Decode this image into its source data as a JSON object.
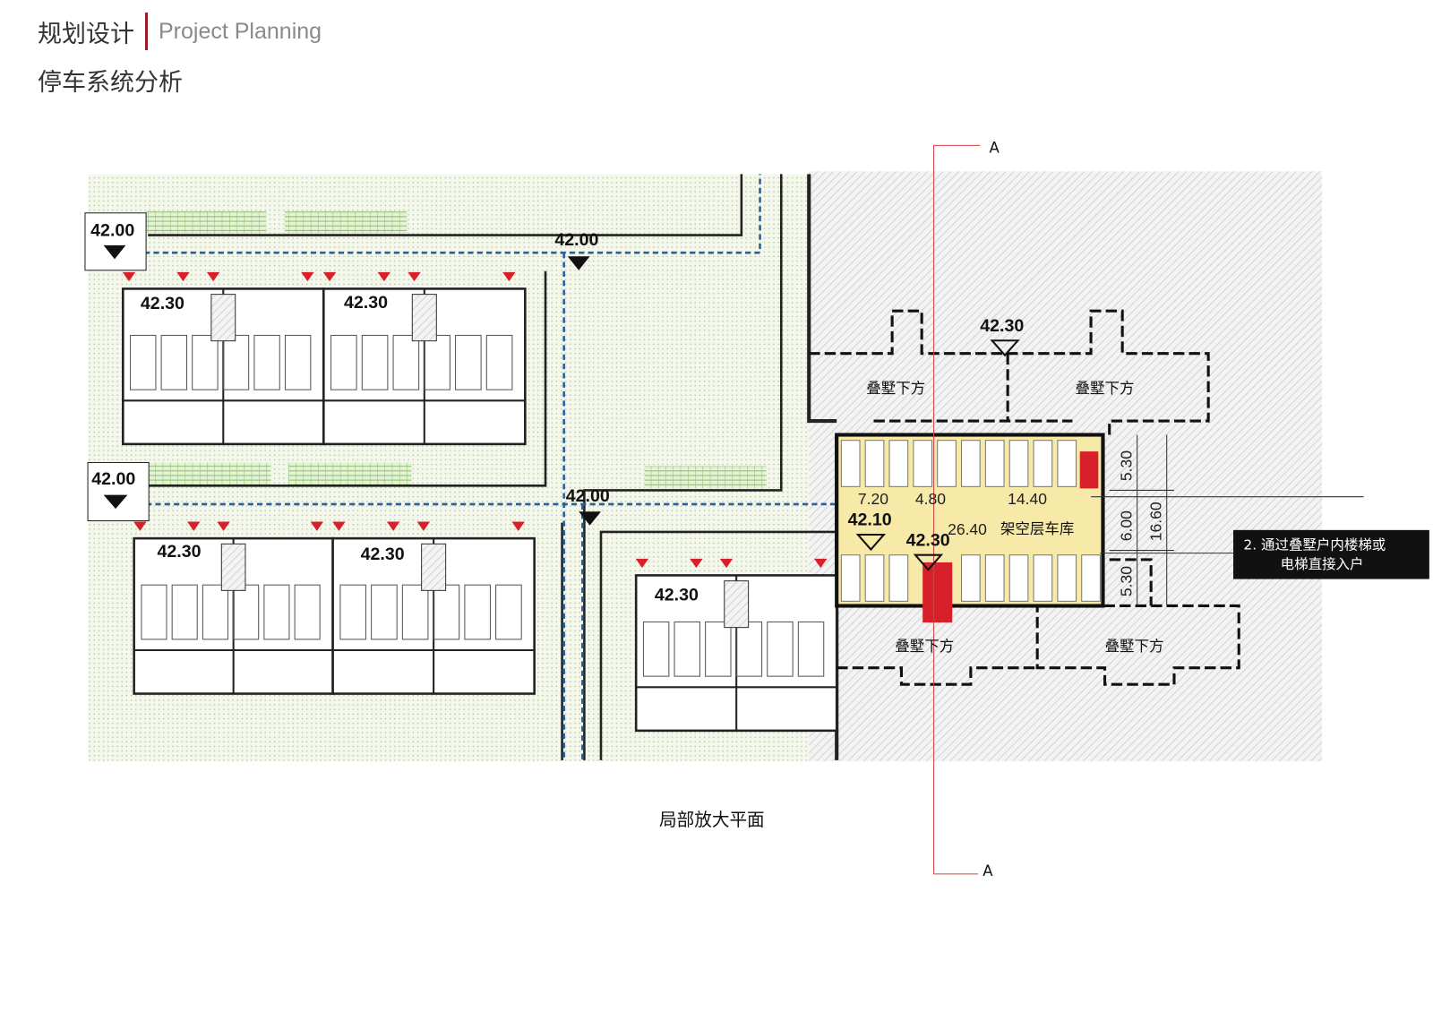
{
  "header": {
    "title_cn": "规划设计",
    "title_en": "Project Planning",
    "section": "停车系统分析"
  },
  "elevations": {
    "nw_entry": "42.00",
    "road_top": "42.00",
    "w_entry": "42.00",
    "road_mid": "42.00",
    "unit1": "42.30",
    "unit2": "42.30",
    "unit3": "42.30",
    "unit4": "42.30",
    "unit5": "42.30",
    "villa_top": "42.30",
    "garage_in": "42.10",
    "garage_core": "42.30"
  },
  "labels": {
    "under_villa": "叠墅下方",
    "garage": "架空层车库",
    "caption": "局部放大平面",
    "section_mark": "A"
  },
  "dims": {
    "d1": "7.20",
    "d2": "4.80",
    "d3": "14.40",
    "d4": "26.40",
    "v1": "5.30",
    "v2": "6.00",
    "v3": "5.30",
    "vt": "16.60"
  },
  "callout": {
    "line1": "2. 通过叠墅户内楼梯或",
    "line2": "电梯直接入户"
  },
  "colors": {
    "route": "#2a5f9e",
    "entry": "#d8202a",
    "garage": "#f7e9a8",
    "core": "#d8202a",
    "section": "#c44"
  }
}
